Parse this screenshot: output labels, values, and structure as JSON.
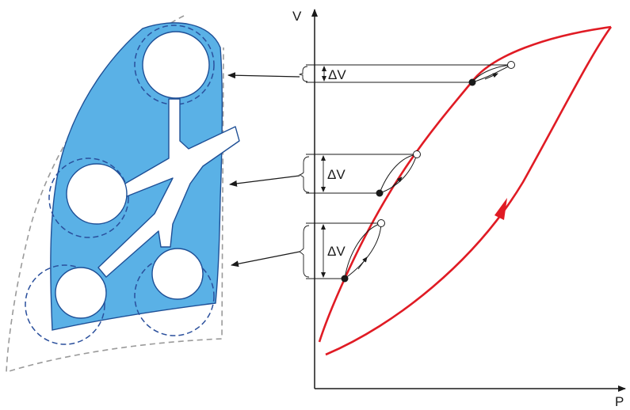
{
  "axes": {
    "y_label": "V",
    "x_label": "P"
  },
  "delta_labels": [
    "ΔV",
    "ΔV",
    "ΔV"
  ],
  "colors": {
    "lung_fill": "#5ab1e6",
    "lung_edge": "#1e4f96",
    "loop_curve": "#e01b24",
    "outline_dashed": "#9a9a9a",
    "alveolus_dashed": "#2a4f9c",
    "ink": "#1a1a1a"
  }
}
